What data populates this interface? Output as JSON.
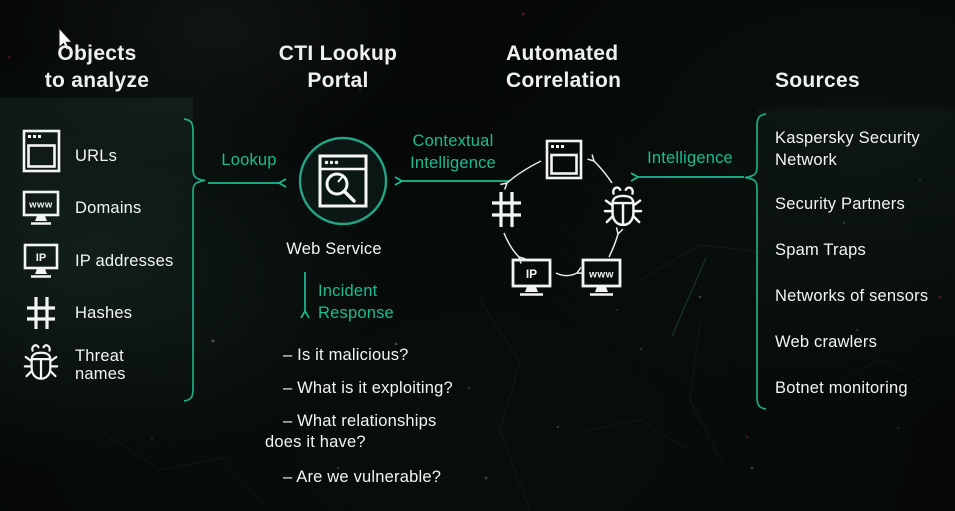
{
  "colors": {
    "accent_green": "#19bd92",
    "background": "#050807",
    "text_white": "#f3f5f4"
  },
  "headers": {
    "objects": {
      "line1": "Objects",
      "line2": "to analyze"
    },
    "portal": {
      "line1": "CTI Lookup",
      "line2": "Portal"
    },
    "correlation": {
      "line1": "Automated",
      "line2": "Correlation"
    },
    "sources": "Sources"
  },
  "objects_column": {
    "items": [
      {
        "icon": "browser-window-icon",
        "label": "URLs"
      },
      {
        "icon": "monitor-www-icon",
        "icon_text": "www",
        "label": "Domains"
      },
      {
        "icon": "monitor-ip-icon",
        "icon_text": "IP",
        "label": "IP addresses"
      },
      {
        "icon": "hash-icon",
        "label": "Hashes"
      },
      {
        "icon": "bug-icon",
        "label_line1": "Threat",
        "label_line2": "names"
      }
    ]
  },
  "portal": {
    "lookup_arrow_label": "Lookup",
    "contextual_arrow_label": {
      "line1": "Contextual",
      "line2": "Intelligence"
    },
    "node_label": "Web Service",
    "incident_arrow_label": {
      "line1": "Incident",
      "line2": "Response"
    },
    "questions": {
      "q1": "– Is it malicious?",
      "q2": "– What is it exploiting?",
      "q3_line1": "– What relationships",
      "q3_line2": "does it have?",
      "q4": "– Are we vulnerable?"
    }
  },
  "correlation": {
    "ip_icon_text": "IP",
    "www_icon_text": "www"
  },
  "sources_column": {
    "intelligence_arrow_label": "Intelligence",
    "items": [
      {
        "line1": "Kaspersky Security",
        "line2": "Network"
      },
      {
        "line1": "Security Partners"
      },
      {
        "line1": "Spam Traps"
      },
      {
        "line1": "Networks of sensors"
      },
      {
        "line1": "Web crawlers"
      },
      {
        "line1": "Botnet monitoring"
      }
    ]
  }
}
